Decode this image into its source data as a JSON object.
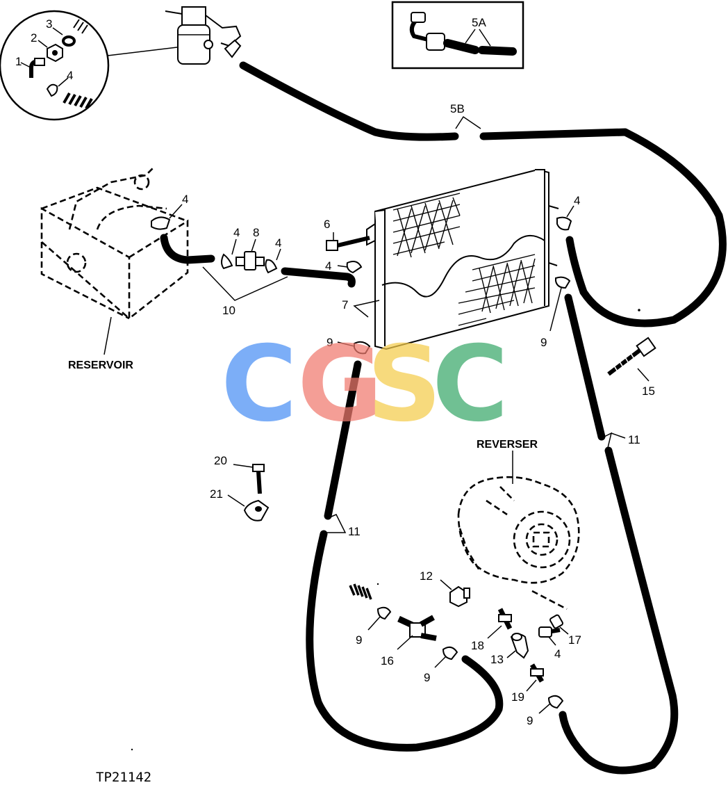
{
  "labels": {
    "n1": "1",
    "n2": "2",
    "n3": "3",
    "n4_inset": "4",
    "n5A": "5A",
    "n5B": "5B",
    "n4_reservoir": "4",
    "n4_left": "4",
    "n8": "8",
    "n4_mid": "4",
    "n6": "6",
    "n4_cooler": "4",
    "n4_right": "4",
    "n7": "7",
    "n10": "10",
    "n9_left": "9",
    "n9_right": "9",
    "n15": "15",
    "n11_right": "11",
    "n11_left": "11",
    "n20": "20",
    "n21": "21",
    "n12": "12",
    "n9_tee": "9",
    "n16": "16",
    "n9_lower": "9",
    "n18": "18",
    "n13": "13",
    "n4_low": "4",
    "n17": "17",
    "n19": "19",
    "n9_bottom": "9"
  },
  "callouts": {
    "reservoir": "RESERVOIR",
    "reverser": "REVERSER"
  },
  "figure_id": "TP21142",
  "watermark": {
    "letters": [
      "C",
      "G",
      "S",
      "C"
    ],
    "colors": [
      "#4a8ff5",
      "#f07a6e",
      "#f5cc4c",
      "#3aa86a"
    ]
  }
}
